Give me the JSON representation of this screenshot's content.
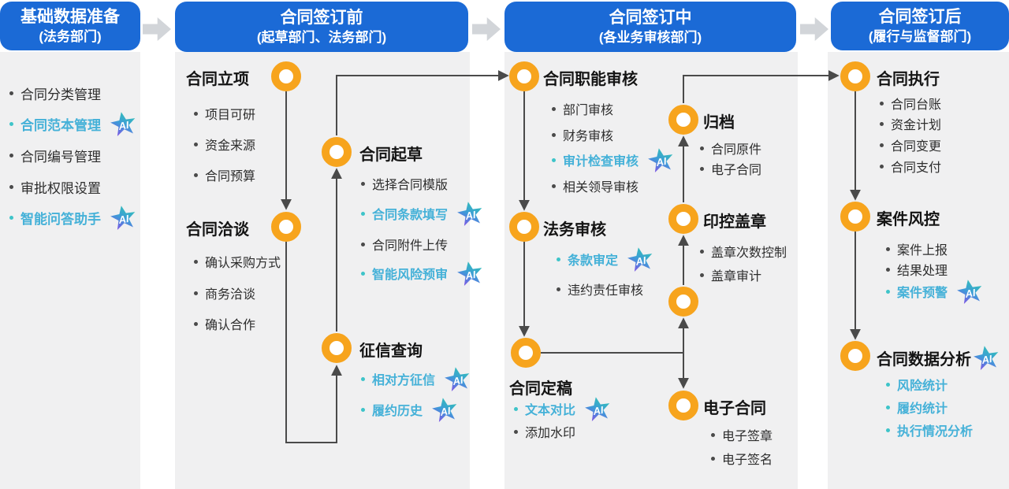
{
  "icons": {
    "ai_label": "AI"
  },
  "colors": {
    "header_blue": "#1b6ad6",
    "node_orange": "#F7A41D",
    "ai_teal": "#45b1d8",
    "arrow_gray": "#4a4a4a",
    "panel_gray": "#f0f0f1",
    "chevron_gray": "#d2d5d9"
  },
  "columns": [
    {
      "header": {
        "line1": "基础数据准备",
        "line2": "(法务部门)"
      },
      "items": [
        {
          "label": "合同分类管理",
          "ai": false
        },
        {
          "label": "合同范本管理",
          "ai": true,
          "star": true
        },
        {
          "label": "合同编号管理",
          "ai": false
        },
        {
          "label": "审批权限设置",
          "ai": false
        },
        {
          "label": "智能问答助手",
          "ai": true,
          "star": true
        }
      ]
    },
    {
      "header": {
        "line1": "合同签订前",
        "line2": "(起草部门、法务部门)"
      },
      "nodes": [
        {
          "title": "合同立项",
          "items": [
            {
              "label": "项目可研",
              "ai": false
            },
            {
              "label": "资金来源",
              "ai": false
            },
            {
              "label": "合同预算",
              "ai": false
            }
          ]
        },
        {
          "title": "合同洽谈",
          "items": [
            {
              "label": "确认采购方式",
              "ai": false
            },
            {
              "label": "商务洽谈",
              "ai": false
            },
            {
              "label": "确认合作",
              "ai": false
            }
          ]
        },
        {
          "title": "合同起草",
          "items": [
            {
              "label": "选择合同模版",
              "ai": false
            },
            {
              "label": "合同条款填写",
              "ai": true,
              "star": true
            },
            {
              "label": "合同附件上传",
              "ai": false
            },
            {
              "label": "智能风险预审",
              "ai": true,
              "star": true
            }
          ]
        },
        {
          "title": "征信查询",
          "items": [
            {
              "label": "相对方征信",
              "ai": true,
              "star": true
            },
            {
              "label": "履约历史",
              "ai": true,
              "star": true
            }
          ]
        }
      ]
    },
    {
      "header": {
        "line1": "合同签订中",
        "line2": "(各业务审核部门)"
      },
      "nodes": [
        {
          "title": "合同职能审核",
          "items": [
            {
              "label": "部门审核",
              "ai": false
            },
            {
              "label": "财务审核",
              "ai": false
            },
            {
              "label": "审计检查审核",
              "ai": true,
              "star": true
            },
            {
              "label": "相关领导审核",
              "ai": false
            }
          ]
        },
        {
          "title": "法务审核",
          "items": [
            {
              "label": "条款审定",
              "ai": true,
              "star": true
            },
            {
              "label": "违约责任审核",
              "ai": false
            }
          ]
        },
        {
          "title": "合同定稿",
          "items": [
            {
              "label": "文本对比",
              "ai": true,
              "star": true
            },
            {
              "label": "添加水印",
              "ai": false
            }
          ]
        },
        {
          "title": "归档",
          "items": [
            {
              "label": "合同原件",
              "ai": false
            },
            {
              "label": "电子合同",
              "ai": false
            }
          ]
        },
        {
          "title": "印控盖章",
          "items": [
            {
              "label": "盖章次数控制",
              "ai": false
            },
            {
              "label": "盖章审计",
              "ai": false
            }
          ]
        },
        {
          "title": "电子合同",
          "items": [
            {
              "label": "电子签章",
              "ai": false
            },
            {
              "label": "电子签名",
              "ai": false
            }
          ]
        }
      ]
    },
    {
      "header": {
        "line1": "合同签订后",
        "line2": "(履行与监督部门)"
      },
      "nodes": [
        {
          "title": "合同执行",
          "items": [
            {
              "label": "合同台账",
              "ai": false
            },
            {
              "label": "资金计划",
              "ai": false
            },
            {
              "label": "合同变更",
              "ai": false
            },
            {
              "label": "合同支付",
              "ai": false
            }
          ]
        },
        {
          "title": "案件风控",
          "items": [
            {
              "label": "案件上报",
              "ai": false
            },
            {
              "label": "结果处理",
              "ai": false
            },
            {
              "label": "案件预警",
              "ai": true,
              "star": true
            }
          ]
        },
        {
          "title": "合同数据分析",
          "title_star": true,
          "items": [
            {
              "label": "风险统计",
              "ai": true
            },
            {
              "label": "履约统计",
              "ai": true
            },
            {
              "label": "执行情况分析",
              "ai": true
            }
          ]
        }
      ]
    }
  ]
}
